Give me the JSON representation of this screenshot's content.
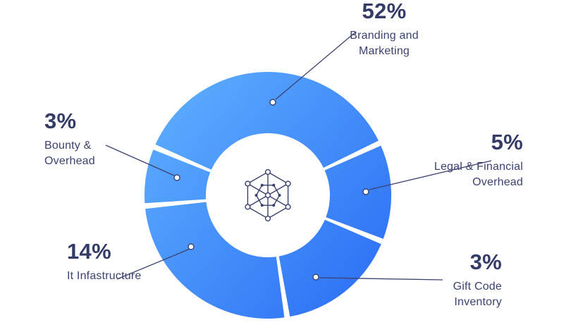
{
  "chart_data": {
    "type": "pie",
    "variant": "donut",
    "title": "",
    "legend_position": "callout-labels",
    "background": "#ffffff",
    "center_icon": "hexagon-network-icon",
    "segments": [
      {
        "pct": "52%",
        "value": 52,
        "label": "Branding and\nMarketing",
        "start_angle": 293,
        "end_angle": 425
      },
      {
        "pct": "5%",
        "value": 5,
        "label": "Legal & Financial\nOverhead",
        "start_angle": 65,
        "end_angle": 112
      },
      {
        "pct": "3%",
        "value": 3,
        "label": "Gift Code\nInventory",
        "start_angle": 112,
        "end_angle": 171
      },
      {
        "pct": "14%",
        "value": 14,
        "label": "It Infastructure",
        "start_angle": 171,
        "end_angle": 265
      },
      {
        "pct": "3%",
        "value": 3,
        "label": "Bounty &\nOverhead",
        "start_angle": 265,
        "end_angle": 293
      }
    ],
    "colors": {
      "gradient_start": "#5fb2ff",
      "gradient_end": "#2b6df4",
      "text": "#363d6b",
      "callout_line": "#3b4270",
      "icon": "#39406e"
    }
  }
}
